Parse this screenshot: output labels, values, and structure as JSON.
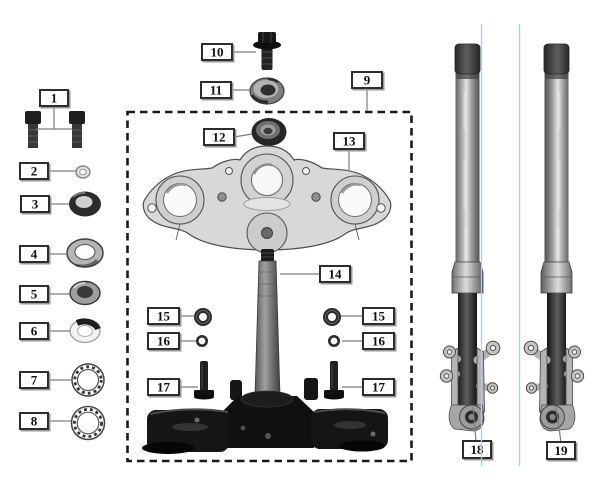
{
  "colors": {
    "background": "#ffffff",
    "guide_lines": "#8fe0dd",
    "label_border": "#2d2d2d",
    "label_shadow": "#9a9a9a",
    "leader_line": "#7d7d7d",
    "dashed_box": "#1a1a1a"
  },
  "callouts": {
    "c1": "1",
    "c2": "2",
    "c3": "3",
    "c4": "4",
    "c5": "5",
    "c6": "6",
    "c7": "7",
    "c8": "8",
    "c9": "9",
    "c10": "10",
    "c11": "11",
    "c12": "12",
    "c13": "13",
    "c14": "14",
    "c15": "15",
    "c16": "16",
    "c17": "17",
    "c18": "18",
    "c19": "19"
  }
}
